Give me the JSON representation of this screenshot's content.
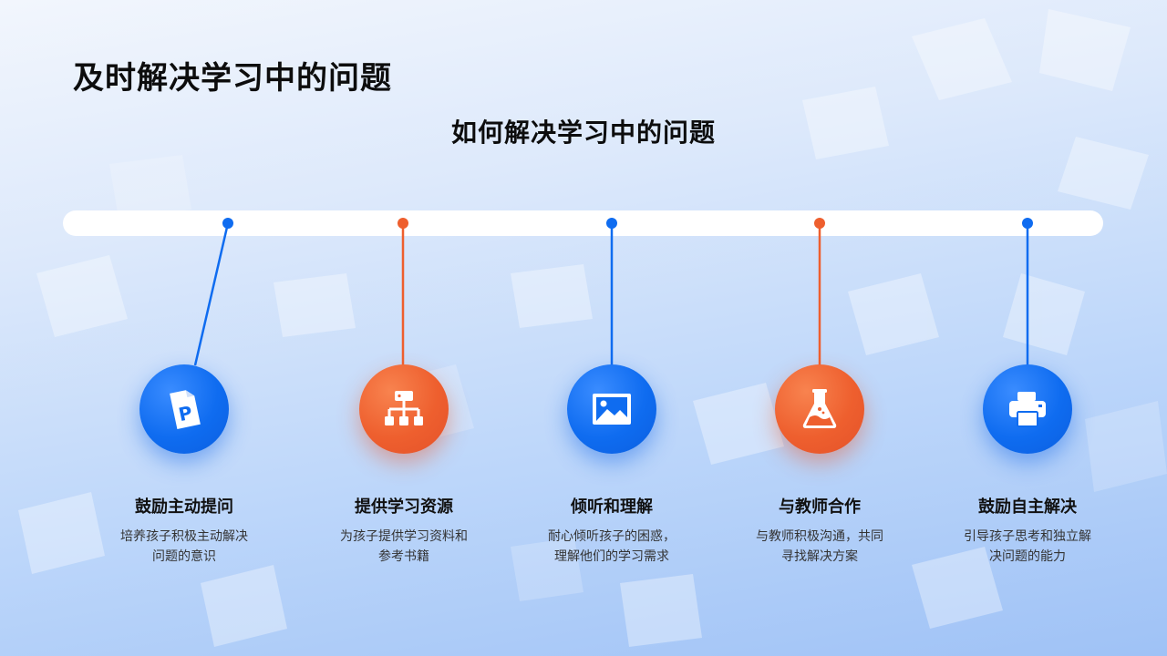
{
  "page": {
    "title": "及时解决学习中的问题",
    "subtitle": "如何解决学习中的问题"
  },
  "colors": {
    "blue": "#0f6cf0",
    "orange": "#ee5f2e",
    "timeline": "#ffffff"
  },
  "steps": [
    {
      "title": "鼓励主动提问",
      "description": "培养孩子积极主动解决问题的意识",
      "icon": "ppt-file-icon",
      "color": "blue"
    },
    {
      "title": "提供学习资源",
      "description": "为孩子提供学习资料和参考书籍",
      "icon": "org-chart-icon",
      "color": "orange"
    },
    {
      "title": "倾听和理解",
      "description": "耐心倾听孩子的困惑，理解他们的学习需求",
      "icon": "image-icon",
      "color": "blue"
    },
    {
      "title": "与教师合作",
      "description": "与教师积极沟通，共同寻找解决方案",
      "icon": "flask-icon",
      "color": "orange"
    },
    {
      "title": "鼓励自主解决",
      "description": "引导孩子思考和独立解决问题的能力",
      "icon": "printer-icon",
      "color": "blue"
    }
  ]
}
